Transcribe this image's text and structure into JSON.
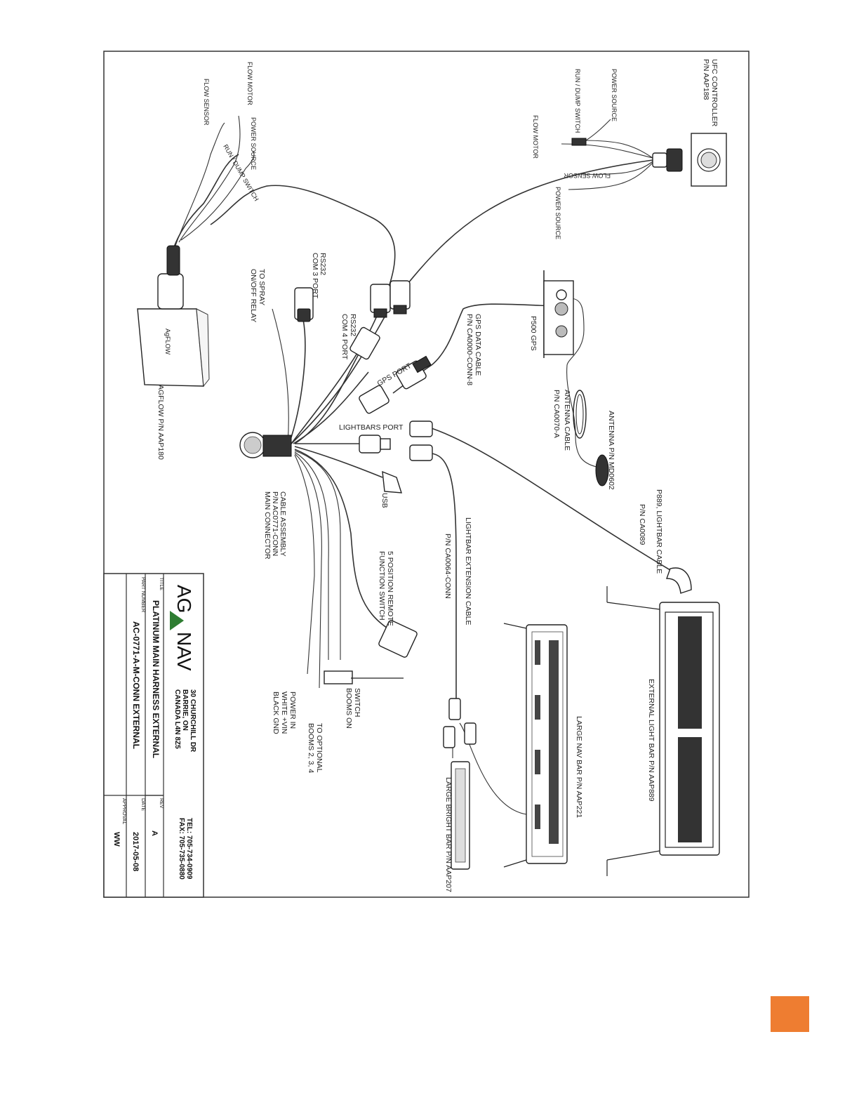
{
  "labels": {
    "ufc_controller": "UFC CONTROLLER",
    "ufc_pn": "P/N AAP188",
    "power_source_top": "POWER SOURCE",
    "run_dump_top": "RUN / DUMP SWITCH",
    "flow_motor_top": "FLOW MOTOR",
    "flow_sensor_top": "FLOW SENSOR",
    "power_source_mid": "POWER SOURCE",
    "flow_motor_left": "FLOW MOTOR",
    "flow_sensor_left": "FLOW SENSOR",
    "power_source_left": "POWER SOURCE",
    "run_dump_left": "RUN / DUMP SWITCH",
    "rs232_com3_a": "RS232",
    "rs232_com3_b": "COM 3 PORT",
    "spray_relay_a": "TO SPRAY",
    "spray_relay_b": "ON/OFF RELAY",
    "rs232_com4_a": "RS232",
    "rs232_com4_b": "COM 4 PORT",
    "gps_port": "GPS PORT",
    "gps_cable_a": "GPS DATA CABLE",
    "gps_cable_b": "P/N CA0000-CONN-8",
    "p500_gps": "P500 GPS",
    "antenna_cable_a": "ANTENNA CABLE",
    "antenna_cable_b": "P/N CA0070-A",
    "antenna": "ANTENNA  P/N MD0602",
    "agflow": "AGFLOW P/N AAP180",
    "agflow_device": "AgFLOW",
    "lightbars_port": "LIGHTBARS PORT",
    "usb": "USB",
    "cable_assy_a": "CABLE ASSEMBLY",
    "cable_assy_b": "P/N AC0771-CONN",
    "cable_assy_c": "MAIN CONNECTOR",
    "remote_switch_a": "5 POSITION REMOTE",
    "remote_switch_b": "FUNCTION SWITCH",
    "switch_a": "SWITCH",
    "switch_b": "BOOMS ON",
    "power_in_a": "POWER IN",
    "power_in_b": "WHITE  +VIN",
    "power_in_c": "BLACK  GND",
    "optional_a": "TO OPTIONAL",
    "optional_b": "BOOMS 2, 3, 4",
    "ext_cable_a": "LIGHTBAR EXTENSION CABLE",
    "ext_cable_b": "P/N  CA0064-CONN",
    "p889_a": "P889, LIGHTBAR CABLE",
    "p889_b": "P/N  CA0089",
    "external_lightbar": "EXTERNAL LIGHT BAR  P/N AAP889",
    "large_nav_bar": "LARGE NAV BAR  P/N AAP221",
    "large_bright_bar": "LARGE BRIGHT BAR P/N AAP207"
  },
  "title_block": {
    "logo_left": "AG",
    "logo_right": "NAV",
    "address_1": "30 CHURCHILL DR",
    "address_2": "BARRIE, ON",
    "address_3": "CANADA L4N 8Z5",
    "tel": "TEL: 705-734-0909",
    "fax": "FAX: 705-735-0880",
    "title_label": "TITLE",
    "title": "PLATINUM MAIN HARNESS EXTERNAL",
    "rev_label": "REV",
    "rev": "A",
    "part_label": "PART NUMBER",
    "part_number": "AC-0771-A-M-CONN EXTERNAL",
    "date_label": "DATE",
    "date": "2017-05-08",
    "approval_label": "APPROVAL",
    "approval": "WW"
  },
  "colors": {
    "line": "#333333",
    "logo_green": "#2e7d32",
    "page_tab": "#ee7d31"
  }
}
